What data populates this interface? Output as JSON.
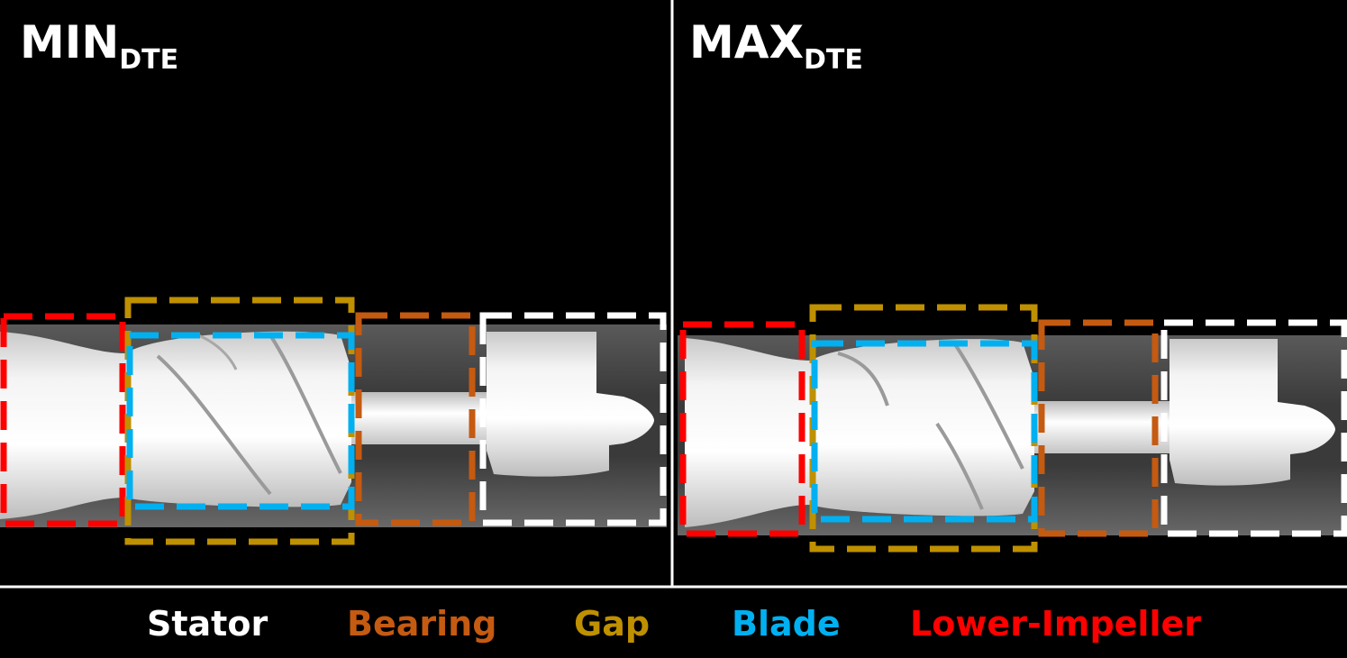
{
  "panels": [
    {
      "title_main": "MIN",
      "title_sub": "DTE"
    },
    {
      "title_main": "MAX",
      "title_sub": "DTE"
    }
  ],
  "legend": [
    {
      "label": "Stator",
      "color": "#ffffff"
    },
    {
      "label": "Bearing",
      "color": "#c55a11"
    },
    {
      "label": "Gap",
      "color": "#bf9000"
    },
    {
      "label": "Blade",
      "color": "#00b0f0"
    },
    {
      "label": "Lower-Impeller",
      "color": "#ff0000"
    }
  ],
  "colors": {
    "background": "#000000",
    "divider": "#ffffff",
    "housing": "#4a4a4a",
    "rotor": "#e8e8e8"
  }
}
